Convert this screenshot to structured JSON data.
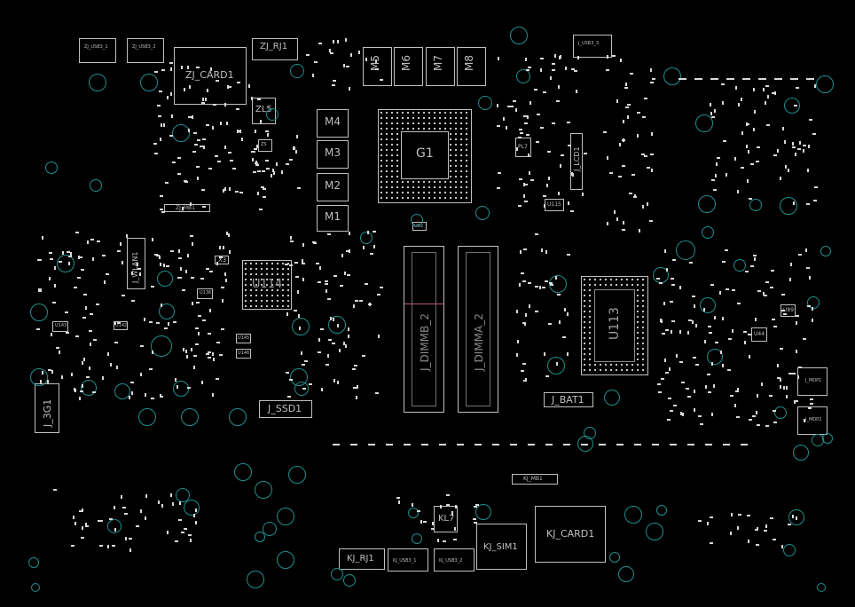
{
  "board": {
    "labels": {
      "zj_card1": "ZJ_CARD1",
      "zj_rj1": "ZJ_RJ1",
      "zj_usb3_1": "ZJ_USB3_1",
      "zj_usb3_2": "ZJ_USB3_2",
      "zl5": "ZL5",
      "zj_mb1": "ZJ_MB1",
      "zs": "ZS",
      "m4": "M4",
      "m3": "M3",
      "m2": "M2",
      "m1": "M1",
      "m5": "M5",
      "m6": "M6",
      "m7": "M7",
      "m8": "M8",
      "g1": "G1",
      "j_usb3_3": "J_USB3_3",
      "pl7": "PL7",
      "j_lcd1": "J_LCD1",
      "u115": "U115",
      "u114": "U114",
      "j_wlan1": "J_WLAN1",
      "u136": "U136",
      "x3": "X3",
      "j_dimmb_2": "J_DIMMB_2",
      "j_dimma_2": "J_DIMMA_2",
      "u113": "U113",
      "j_bat1": "J_BAT1",
      "j_ssd1": "J_SSD1",
      "j_3g1": "J_3G1",
      "j_mdp1": "J_MDP1",
      "j_mdp2": "J_MDP2",
      "u89": "U89",
      "u44": "U44",
      "u143": "U143",
      "u145": "U145",
      "u146": "U146",
      "u142": "U142",
      "u82": "U82",
      "kl7": "KL7",
      "kj_sim1": "KJ_SIM1",
      "kj_card1": "KJ_CARD1",
      "kj_rj1": "KJ_RJ1",
      "kj_usb3_1": "KJ_USB3_1",
      "kj_usb3_2": "KJ_USB3_2",
      "kj_mb1": "KJ_MB1"
    }
  }
}
